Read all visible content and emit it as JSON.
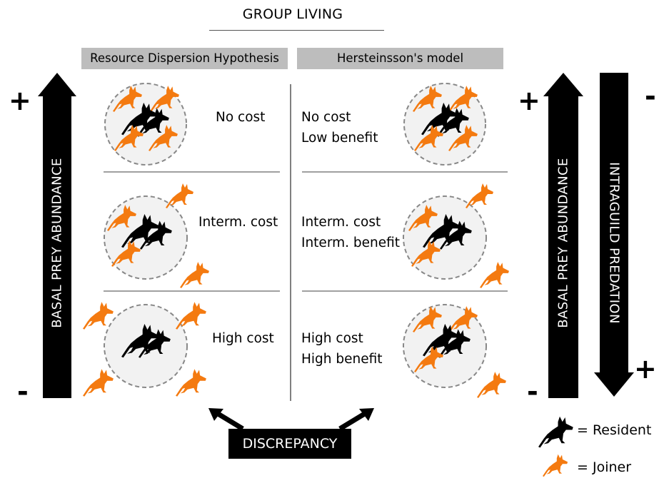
{
  "title": "GROUP LIVING",
  "headers": {
    "left": "Resource Dispersion Hypothesis",
    "right": "Hersteinsson's model"
  },
  "left_rows": [
    "No cost",
    "Interm. cost",
    "High cost"
  ],
  "right_rows": [
    {
      "line1": "No cost",
      "line2": "Low benefit"
    },
    {
      "line1": "Interm. cost",
      "line2": "Interm. benefit"
    },
    {
      "line1": "High cost",
      "line2": "High benefit"
    }
  ],
  "arrows": {
    "left_basal": {
      "label": "BASAL PREY ABUNDANCE",
      "top_sign": "+",
      "bottom_sign": "-"
    },
    "right_basal": {
      "label": "BASAL PREY ABUNDANCE",
      "top_sign": "+",
      "bottom_sign": "-"
    },
    "intraguild": {
      "label": "INTRAGUILD PREDATION",
      "top_sign": "-",
      "bottom_sign": "+"
    }
  },
  "discrepancy": "DISCREPANCY",
  "legend": {
    "resident": "= Resident",
    "joiner": "= Joiner"
  },
  "colors": {
    "resident": "#000000",
    "joiner": "#f47a10",
    "header_bg": "#bdbdbd",
    "territory_fill": "#f2f2f2",
    "territory_stroke": "#888888"
  },
  "icons": {
    "resident": "fox-silhouette-black",
    "joiner": "fox-silhouette-orange"
  }
}
